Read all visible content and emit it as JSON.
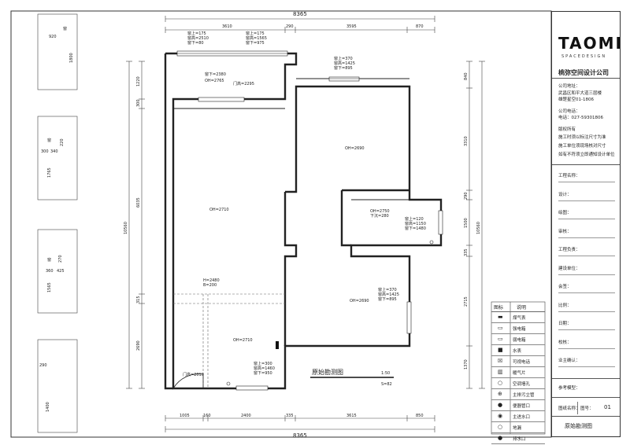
{
  "dims": {
    "total_width": "8365",
    "top": [
      "3610",
      "290",
      "3595",
      "870"
    ],
    "bottom": [
      "1005",
      "160",
      "2400",
      "335",
      "3615",
      "850"
    ],
    "left": [
      "10560",
      "1220",
      "300",
      "6035",
      "315",
      "2690"
    ],
    "right": [
      "10560",
      "840",
      "3310",
      "290",
      "1500",
      "335",
      "2715",
      "1370"
    ]
  },
  "rooms": [
    {
      "text": "OH=2710"
    },
    {
      "text": "OH=2690"
    },
    {
      "text": "OH=2690"
    },
    {
      "text": "OH=2710"
    }
  ],
  "annotations": {
    "balcony_window": [
      "窗上=175",
      "窗高=2510",
      "窗下=80"
    ],
    "balcony_window2": [
      "窗上=175",
      "窗高=1565",
      "窗下=975"
    ],
    "balcony_misc": [
      "窗下=2380",
      "OH=2765",
      "门高=2295"
    ],
    "top_right_window": [
      "窗上=370",
      "窗高=1425",
      "窗下=895"
    ],
    "mid_room": [
      "OH=2750",
      "下沉=280"
    ],
    "mid_window": [
      "窗上=120",
      "窗高=1150",
      "窗下=1480"
    ],
    "lower_right_window": [
      "窗上=370",
      "窗高=1425",
      "窗下=895"
    ],
    "beam": [
      "H=2480",
      "B=200"
    ],
    "bottom_window": [
      "窗上=300",
      "窗高=1460",
      "窗下=950"
    ],
    "door": "门高=2010"
  },
  "drawing_title": "原始勘测图",
  "scale": "1:50",
  "area": "S=82",
  "detail_views": [
    {
      "dims": [
        "920",
        "1800"
      ],
      "tag": "窗"
    },
    {
      "dims": [
        "300",
        "340",
        "220",
        "1765"
      ],
      "tag": "窗"
    },
    {
      "dims": [
        "360",
        "425",
        "270",
        "1565"
      ],
      "tag": "窗"
    },
    {
      "dims": [
        "290",
        "1400"
      ],
      "tag": ""
    }
  ],
  "legend": {
    "header": [
      "图标",
      "说明"
    ],
    "items": [
      {
        "symbol": "▬",
        "label": "煤气表"
      },
      {
        "symbol": "▭",
        "label": "强电箱"
      },
      {
        "symbol": "▭",
        "label": "弱电箱"
      },
      {
        "symbol": "■",
        "label": "水表"
      },
      {
        "symbol": "☒",
        "label": "可视电话"
      },
      {
        "symbol": "▥",
        "label": "暖气片"
      },
      {
        "symbol": "○",
        "label": "空调墙孔"
      },
      {
        "symbol": "⊕",
        "label": "主排污立管"
      },
      {
        "symbol": "●",
        "label": "便器管口"
      },
      {
        "symbol": "◉",
        "label": "主进水口"
      },
      {
        "symbol": "○",
        "label": "地漏"
      },
      {
        "symbol": "●",
        "label": "排水口"
      }
    ]
  },
  "title_block": {
    "logo": "TAOMI",
    "logo_sub": "SPACEDESIGN",
    "company": "桃弥空间设计公司",
    "address_label": "公司地址：",
    "address_1": "武昌区和平大道三层楼",
    "address_2": "雄楚星空01-1806",
    "phone_label": "公司电话：",
    "phone": "电话：027-59301806",
    "rights_label": "版权所有",
    "note_1": "施工时须以标注尺寸为准",
    "note_2": "施工单位须现场核对尺寸",
    "note_3": "如有不符须立即通知设计单位",
    "fields": [
      "工程名称：",
      "设计：",
      "绘图：",
      "审核：",
      "工程负责：",
      "建设单位：",
      "会签：",
      "比例：",
      "日期：",
      "校核：",
      "业主确认："
    ],
    "ref_label": "参考模型：",
    "sheet_no_label": "图纸名称：",
    "fig_label": "图号：",
    "fig_no": "01",
    "sheet_name": "原始勘测图"
  }
}
